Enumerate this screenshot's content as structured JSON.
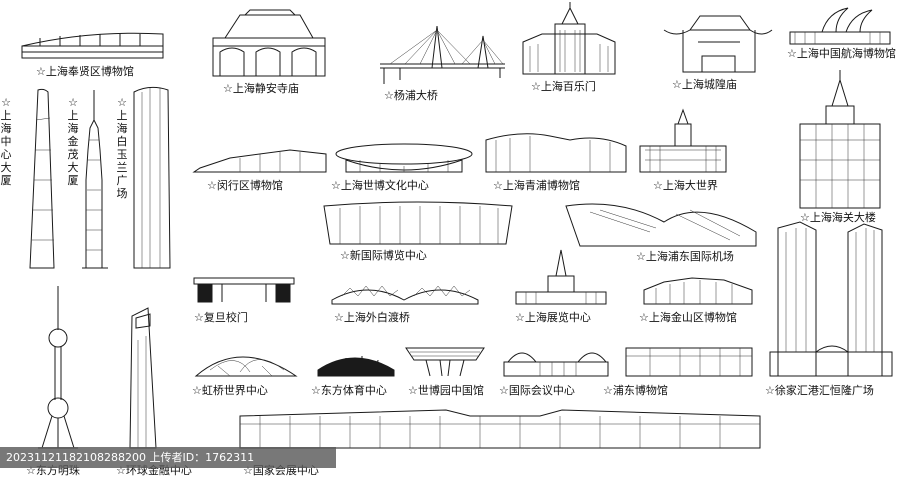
{
  "star": "☆",
  "labels": {
    "fengxian": "上海奉贤区博物馆",
    "jingan": "上海静安寺庙",
    "yangpu": "杨浦大桥",
    "bailemen": "上海百乐门",
    "chenghuang": "上海城隍庙",
    "hanghai": "上海中国航海博物馆",
    "shanghai_center": "上海中心大厦",
    "jinmao": "上海金茂大厦",
    "baiyulan": "上海白玉兰广场",
    "minhang": "闵行区博物馆",
    "shibo": "上海世博文化中心",
    "qingpu": "上海青浦博物馆",
    "dashijie": "上海大世界",
    "haiguan": "上海海关大楼",
    "guoji_bolan": "新国际博览中心",
    "pudong_airport": "上海浦东国际机场",
    "fudan": "复旦校门",
    "waibaidu": "上海外白渡桥",
    "zhanlan": "上海展览中心",
    "jinshan": "上海金山区博物馆",
    "hongqiao": "虹桥世界中心",
    "dongfang_tiyu": "东方体育中心",
    "shiboyuan": "世博园中国馆",
    "guoji_huiyi": "国际会议中心",
    "pudong_bowuguan": "浦东博物馆",
    "xujiahui": "徐家汇港汇恒隆广场",
    "dongfang_mingzhu": "东方明珠",
    "huanqiu": "环球金融中心",
    "guojia_huizhan": "国家会展中心"
  },
  "watermark": "20231121182108288200   上传者ID：1762311",
  "colors": {
    "line": "#1a1a1a",
    "watermark_bg": "#5a5a5a"
  }
}
